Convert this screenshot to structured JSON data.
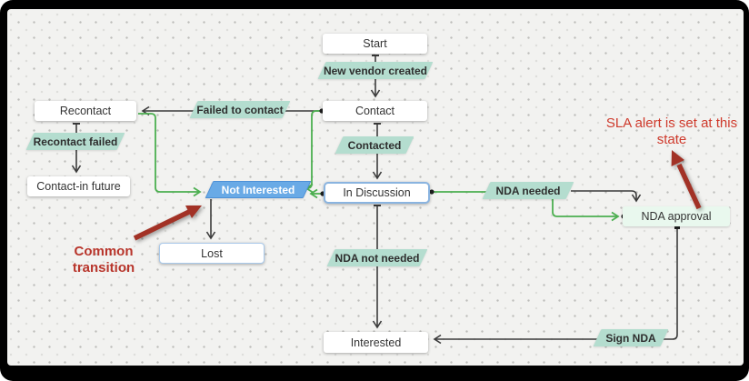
{
  "canvas": {
    "states": {
      "start": {
        "label": "Start"
      },
      "contact": {
        "label": "Contact"
      },
      "recontact": {
        "label": "Recontact"
      },
      "contact_in_future": {
        "label": "Contact-in future"
      },
      "in_discussion": {
        "label": "In Discussion",
        "selected": true
      },
      "lost": {
        "label": "Lost"
      },
      "nda_approval": {
        "label": "NDA approval"
      },
      "interested": {
        "label": "Interested"
      }
    },
    "transitions": {
      "new_vendor_created": {
        "label": "New vendor created"
      },
      "failed_to_contact": {
        "label": "Failed to contact"
      },
      "contacted": {
        "label": "Contacted"
      },
      "recontact_failed": {
        "label": "Recontact failed"
      },
      "not_interested": {
        "label": "Not Interested",
        "highlighted": true
      },
      "nda_needed": {
        "label": "NDA needed"
      },
      "nda_not_needed": {
        "label": "NDA not needed"
      },
      "sign_nda": {
        "label": "Sign NDA"
      }
    },
    "annotations": {
      "common_transition": {
        "text": "Common transition"
      },
      "sla_alert": {
        "text": "SLA alert is set at this state"
      }
    },
    "colors": {
      "transition_bg": "#b4ddcf",
      "highlighted_transition_bg": "#69aae6",
      "state_bg": "#ffffff",
      "nda_approval_bg": "#e9f8ee",
      "selected_state_border": "#8ab4e0",
      "flow_line": "#3b3b3b",
      "common_path_line": "#4caf50",
      "annotation_red": "#b8352b"
    }
  }
}
